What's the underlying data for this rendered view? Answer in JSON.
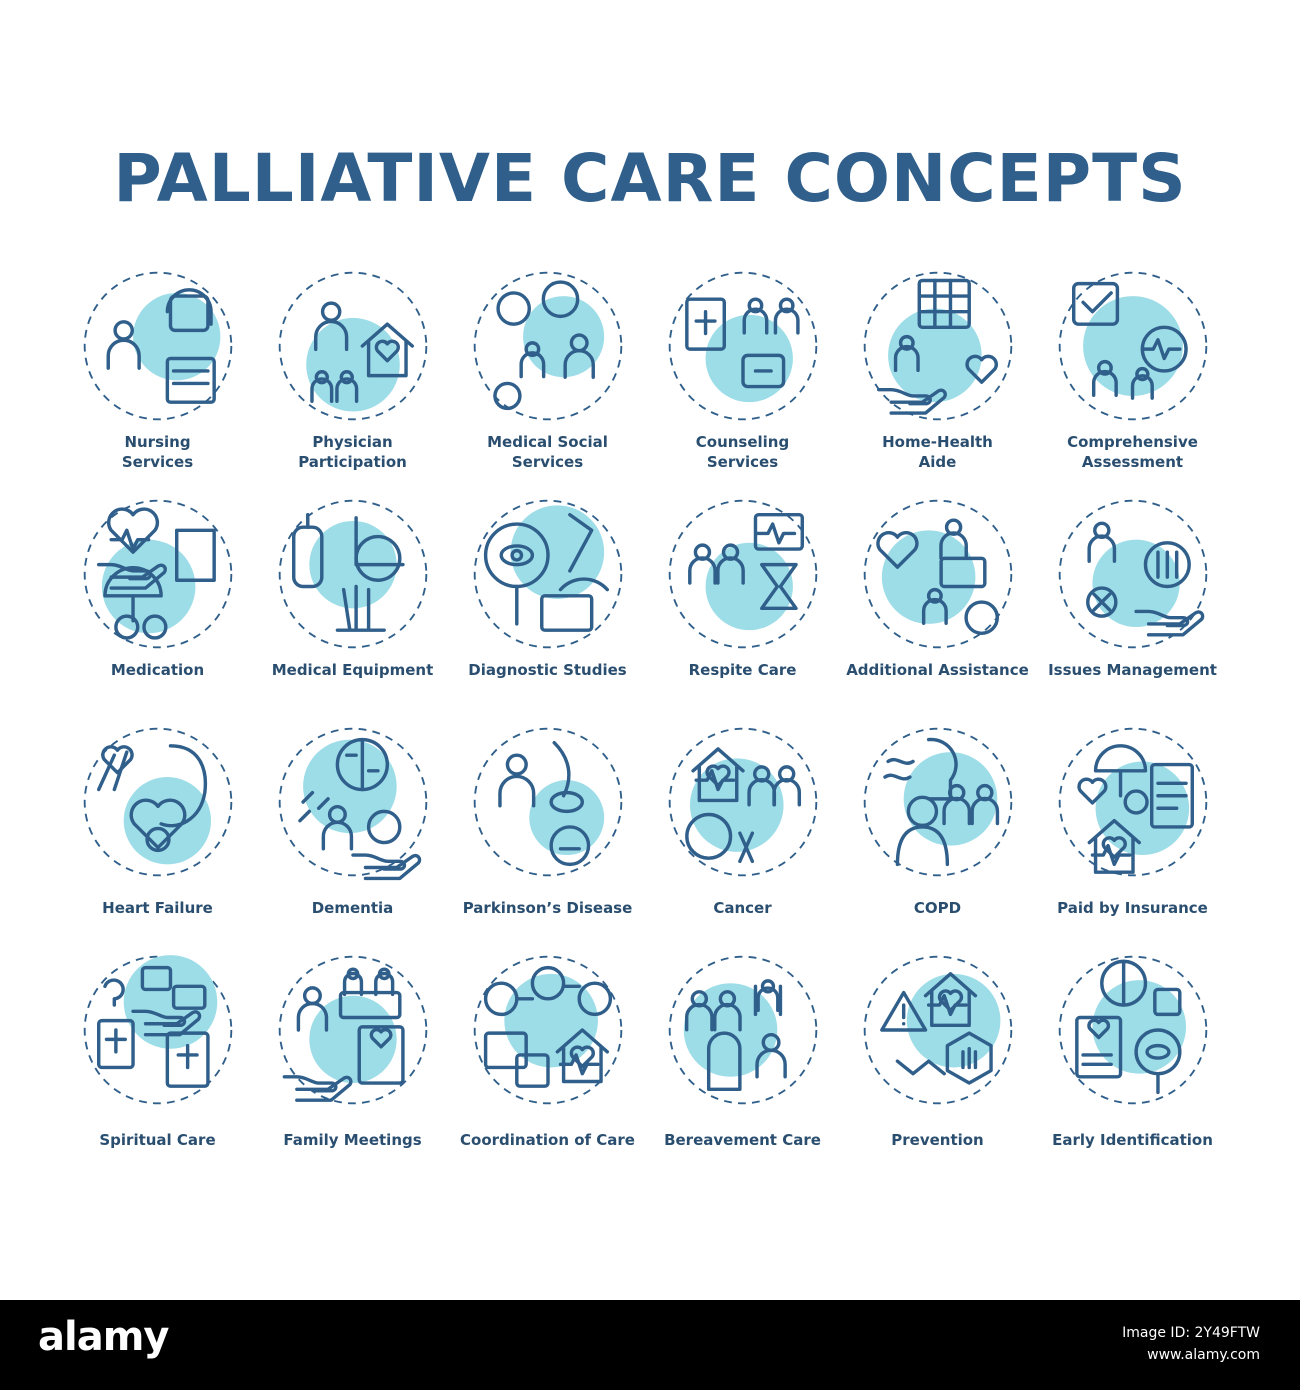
{
  "title": "PALLIATIVE CARE CONCEPTS",
  "colors": {
    "accent": "#9ddde8",
    "stroke": "#2f5f8a",
    "title": "#2f5f8a"
  },
  "items": [
    {
      "icon": "nursing-services-icon",
      "line1": "Nursing",
      "line2": "Services"
    },
    {
      "icon": "physician-participation-icon",
      "line1": "Physician",
      "line2": "Participation"
    },
    {
      "icon": "medical-social-services-icon",
      "line1": "Medical Social",
      "line2": "Services"
    },
    {
      "icon": "counseling-services-icon",
      "line1": "Counseling",
      "line2": "Services"
    },
    {
      "icon": "home-health-aide-icon",
      "line1": "Home-Health",
      "line2": "Aide"
    },
    {
      "icon": "comprehensive-assessment-icon",
      "line1": "Comprehensive",
      "line2": "Assessment"
    },
    {
      "icon": "medication-icon",
      "line1": "Medication"
    },
    {
      "icon": "medical-equipment-icon",
      "line1": "Medical Equipment"
    },
    {
      "icon": "diagnostic-studies-icon",
      "line1": "Diagnostic Studies"
    },
    {
      "icon": "respite-care-icon",
      "line1": "Respite Care"
    },
    {
      "icon": "additional-assistance-icon",
      "line1": "Additional Assistance"
    },
    {
      "icon": "issues-management-icon",
      "line1": "Issues Management"
    },
    {
      "icon": "heart-failure-icon",
      "line1": "Heart Failure"
    },
    {
      "icon": "dementia-icon",
      "line1": "Dementia"
    },
    {
      "icon": "parkinsons-disease-icon",
      "line1": "Parkinson’s Disease"
    },
    {
      "icon": "cancer-icon",
      "line1": "Cancer"
    },
    {
      "icon": "copd-icon",
      "line1": "COPD"
    },
    {
      "icon": "paid-by-insurance-icon",
      "line1": "Paid by Insurance"
    },
    {
      "icon": "spiritual-care-icon",
      "line1": "Spiritual Care"
    },
    {
      "icon": "family-meetings-icon",
      "line1": "Family Meetings"
    },
    {
      "icon": "coordination-of-care-icon",
      "line1": "Coordination of Care"
    },
    {
      "icon": "bereavement-care-icon",
      "line1": "Bereavement Care"
    },
    {
      "icon": "prevention-icon",
      "line1": "Prevention"
    },
    {
      "icon": "early-identification-icon",
      "line1": "Early Identification"
    }
  ],
  "footer": {
    "logo": "alamy",
    "image_id": "Image ID: 2Y49FTW",
    "site": "www.alamy.com"
  }
}
